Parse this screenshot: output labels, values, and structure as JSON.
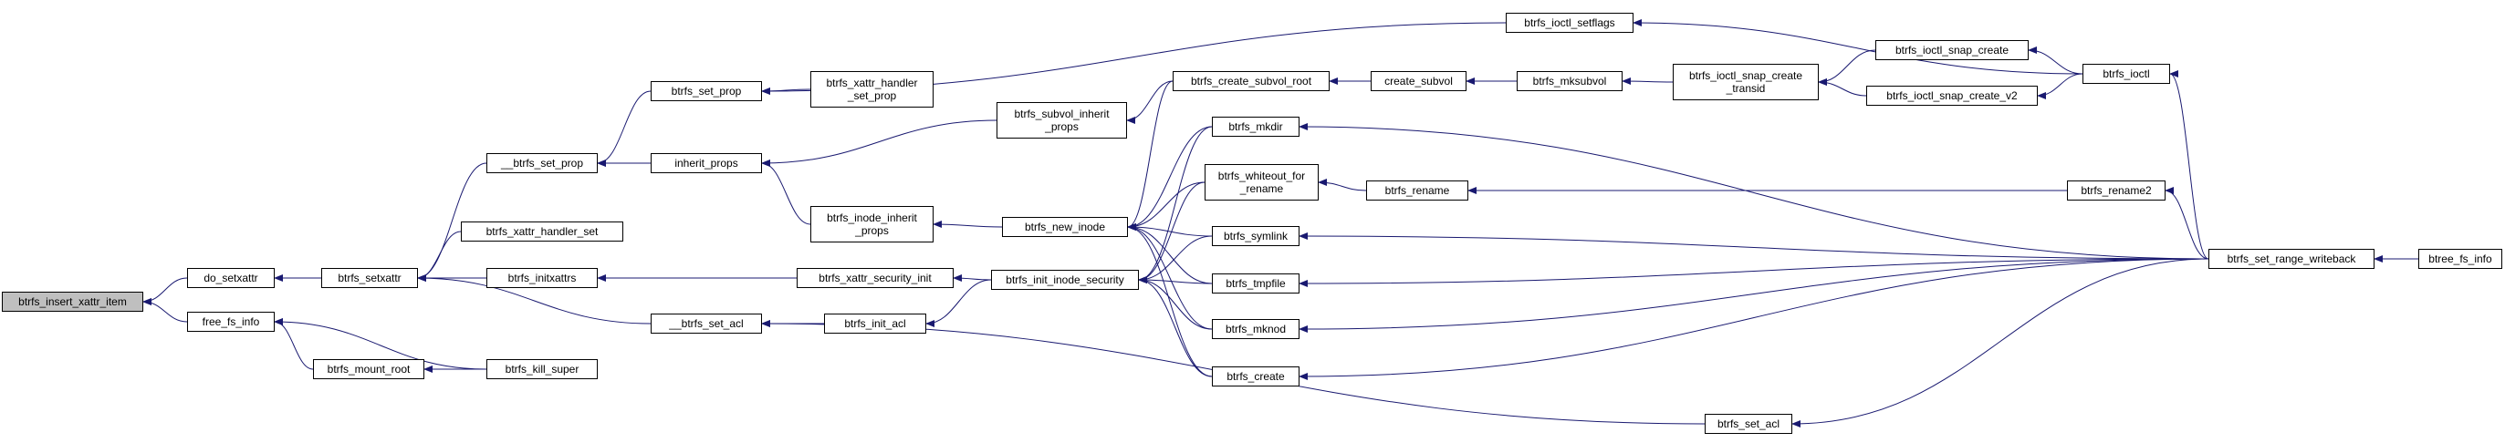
{
  "graph": {
    "root_fill": "#bfbfbf",
    "node_fill": "#ffffff",
    "edge_color": "#191970",
    "nodes": {
      "btrfs_insert_xattr_item": "btrfs_insert_xattr_item",
      "do_setxattr": "do_setxattr",
      "free_fs_info": "free_fs_info",
      "btrfs_setxattr": "btrfs_setxattr",
      "btrfs_mount_root": "btrfs_mount_root",
      "btrfs_kill_super": "btrfs_kill_super",
      "__btrfs_set_prop": "__btrfs_set_prop",
      "btrfs_xattr_handler_set": "btrfs_xattr_handler_set",
      "btrfs_initxattrs": "btrfs_initxattrs",
      "__btrfs_set_acl": "__btrfs_set_acl",
      "btrfs_set_prop": "btrfs_set_prop",
      "btrfs_xattr_handler_set_prop": "btrfs_xattr_handler\n_set_prop",
      "inherit_props": "inherit_props",
      "btrfs_subvol_inherit_props": "btrfs_subvol_inherit\n_props",
      "btrfs_inode_inherit_props": "btrfs_inode_inherit\n_props",
      "btrfs_xattr_security_init": "btrfs_xattr_security_init",
      "btrfs_init_acl": "btrfs_init_acl",
      "btrfs_new_inode": "btrfs_new_inode",
      "btrfs_init_inode_security": "btrfs_init_inode_security",
      "btrfs_create_subvol_root": "btrfs_create_subvol_root",
      "btrfs_mkdir": "btrfs_mkdir",
      "btrfs_whiteout_for_rename": "btrfs_whiteout_for\n_rename",
      "btrfs_symlink": "btrfs_symlink",
      "btrfs_tmpfile": "btrfs_tmpfile",
      "btrfs_mknod": "btrfs_mknod",
      "btrfs_create": "btrfs_create",
      "btrfs_ioctl_setflags": "btrfs_ioctl_setflags",
      "create_subvol": "create_subvol",
      "btrfs_rename": "btrfs_rename",
      "btrfs_mksubvol": "btrfs_mksubvol",
      "btrfs_ioctl_snap_create_transid": "btrfs_ioctl_snap_create\n_transid",
      "btrfs_set_acl": "btrfs_set_acl",
      "btrfs_ioctl_snap_create": "btrfs_ioctl_snap_create",
      "btrfs_ioctl_snap_create_v2": "btrfs_ioctl_snap_create_v2",
      "btrfs_ioctl": "btrfs_ioctl",
      "btrfs_rename2": "btrfs_rename2",
      "btrfs_set_range_writeback": "btrfs_set_range_writeback",
      "btree_fs_info": "btree_fs_info"
    }
  }
}
